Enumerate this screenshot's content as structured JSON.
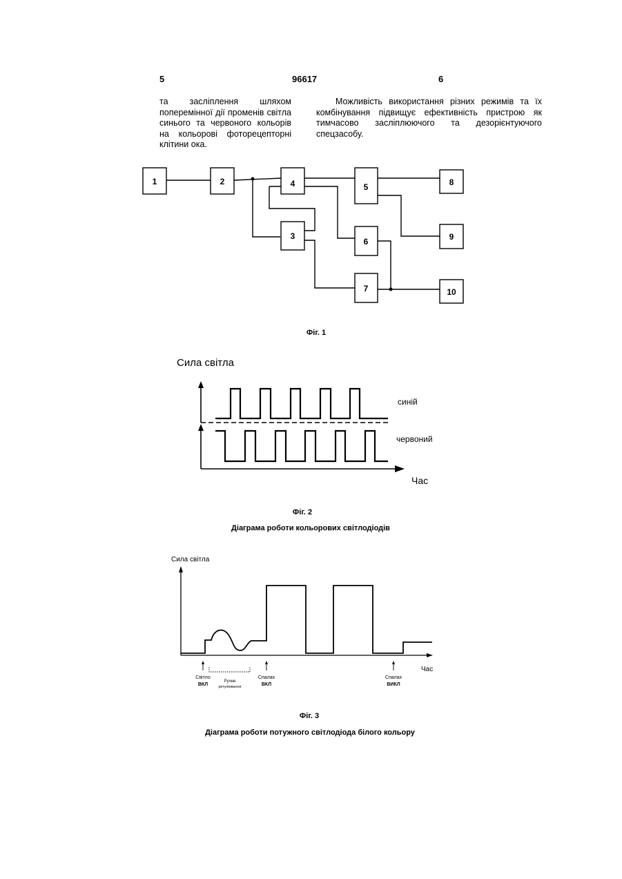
{
  "header": {
    "left_page": "5",
    "patent_number": "96617",
    "right_page": "6"
  },
  "left_column_text": "та засліплення шляхом поперемінної дії променів світла синього та червоного кольорів на кольорові фоторецепторні клітини ока.",
  "right_column_text": "Можливість використання різних режимів та їх комбінування підвищує ефективність пристрою як тимчасово засліплюючого та дезорієнтуючого спецзасобу.",
  "fig1": {
    "label": "Фіг. 1",
    "blocks": [
      "1",
      "2",
      "3",
      "4",
      "5",
      "6",
      "7",
      "8",
      "9",
      "10"
    ]
  },
  "fig2": {
    "label": "Фіг. 2",
    "caption": "Діаграма роботи кольорових світлодіодів",
    "y_label": "Сила світла",
    "x_label": "Час",
    "series": [
      {
        "name": "синій"
      },
      {
        "name": "червоний"
      }
    ]
  },
  "fig3": {
    "label": "Фіг. 3",
    "caption": "Діаграма роботи потужного світлодіода білого кольору",
    "y_label": "Сила світла",
    "x_label": "Час",
    "annotations": {
      "light_on_1": "Світло",
      "light_on_2": "ВКЛ",
      "manual_1": "Ручне",
      "manual_2": "регулювання",
      "flash_on_1": "Спалах",
      "flash_on_2": "ВКЛ",
      "flash_off_1": "Спалах",
      "flash_off_2": "ВИКЛ"
    }
  }
}
